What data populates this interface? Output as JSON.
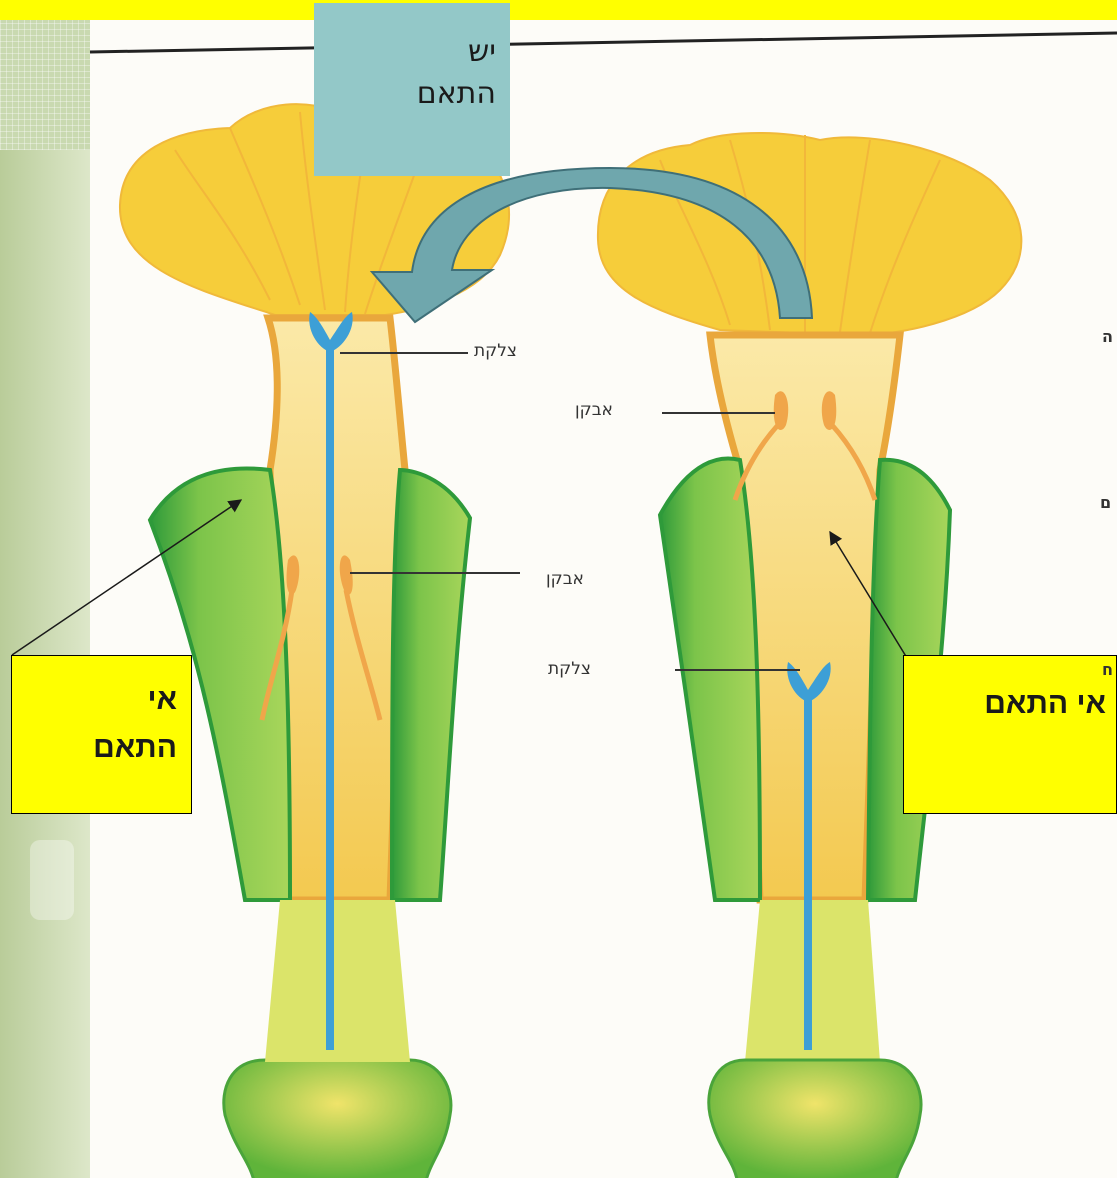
{
  "labels": {
    "stigma_left": "צלקת",
    "anther_left": "אבקן",
    "anther_right": "אבקן",
    "stigma_right": "צלקת"
  },
  "callouts": {
    "compatible_line1": "יש",
    "compatible_line2": "התאם",
    "incompatible_left_line1": "אי",
    "incompatible_left_line2": "התאם",
    "incompatible_right": "אי התאם"
  },
  "side_fragments": [
    "ה",
    "ם",
    "ח"
  ],
  "colors": {
    "top_band": "#ffff00",
    "teal_box": "#93c8c8",
    "yellow_box": "#ffff00",
    "petal": "#f6cd3a",
    "tube_orange": "#e9a73c",
    "sepal": "#6cba3c",
    "sepal_dark": "#2e9a3a",
    "pistil": "#3d9fd6",
    "arrow": "#6fa7ad"
  }
}
